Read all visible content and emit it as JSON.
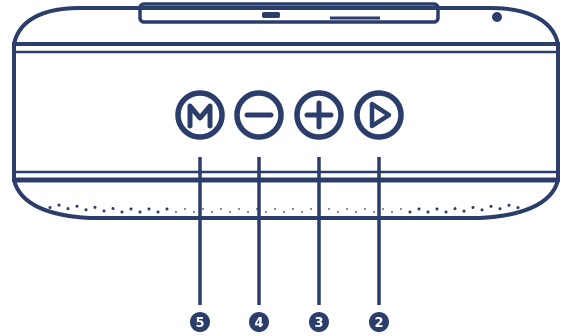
{
  "colors": {
    "ink": "#2b3d6b",
    "background": "#ffffff"
  },
  "buttons": [
    {
      "id": "mode",
      "icon": "m-mode-icon",
      "glyph": "M",
      "callout": "5"
    },
    {
      "id": "volume-down",
      "icon": "minus-icon",
      "glyph": "–",
      "callout": "4"
    },
    {
      "id": "volume-up",
      "icon": "plus-icon",
      "glyph": "+",
      "callout": "3"
    },
    {
      "id": "play",
      "icon": "play-icon",
      "glyph": "▷",
      "callout": "2"
    }
  ]
}
